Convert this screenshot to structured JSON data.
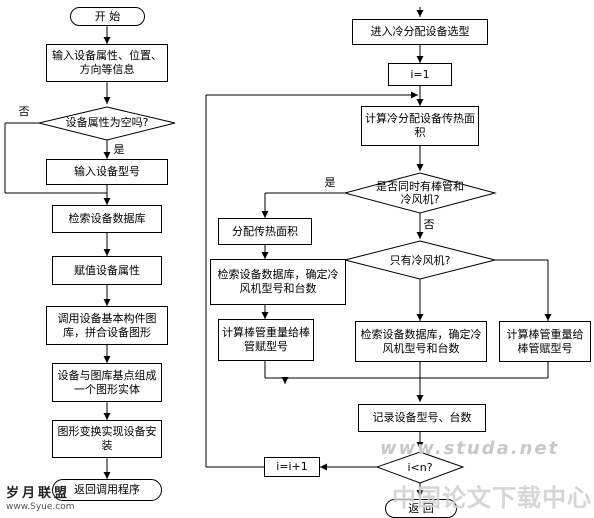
{
  "left_column": {
    "start": "开  始",
    "input_attrs": "输入设备属性、位置、方向等信息",
    "decision_empty": "设备属性为空吗?",
    "no_label": "否",
    "yes_label": "是",
    "input_model": "输入设备型号",
    "search_db": "检索设备数据库",
    "assign_attrs": "赋值设备属性",
    "call_lib": "调用设备基本构件图库，拼合设备图形",
    "combine": "设备与图库基点组成一个图形实体",
    "transform": "图形变换实现设备安装",
    "return_caller": "返回调用程序"
  },
  "right_column": {
    "enter_cold": "进入冷分配设备选型",
    "i_init": "i=1",
    "calc_area": "计算冷分配设备传热面积",
    "decision_both": "是否同时有棒管和冷风机?",
    "yes_label": "是",
    "no_label": "否",
    "assign_area": "分配传热面积",
    "search_fan_left": "检索设备数据库，确定冷风机型号和台数",
    "calc_tube_left": "计算棒管重量给棒管赋型号",
    "decision_fan": "只有冷风机?",
    "search_fan_mid": "检索设备数据库，确定冷风机型号和台数",
    "calc_tube_right": "计算棒管重量给棒管赋型号",
    "record": "记录设备型号、台数",
    "i_inc": "i=i+1",
    "decision_loop": "i<n?",
    "return": "返  回"
  },
  "watermark": {
    "top_right": "www.studa.net",
    "bottom_right": "中国论文下载中心",
    "bottom_left": "岁月联盟",
    "bottom_left_url": "www.Syue.com"
  }
}
